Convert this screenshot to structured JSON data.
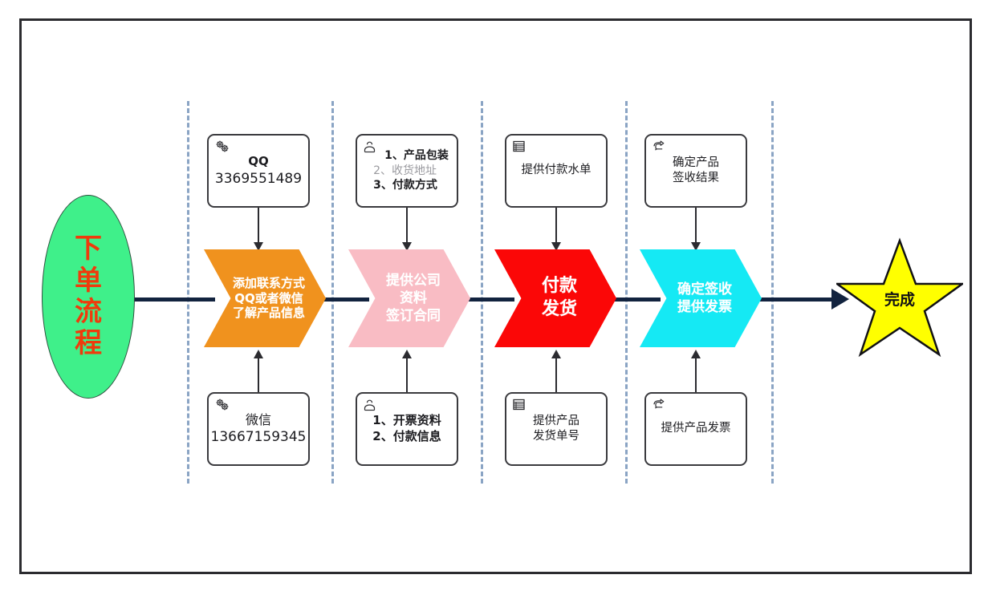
{
  "diagram": {
    "title": "下单流程",
    "start": {
      "label": "下单流程",
      "shape": "ellipse",
      "fill": "#3ff08a",
      "text_color": "#ef3b0c"
    },
    "finish": {
      "label": "完成",
      "shape": "star",
      "fill": "#ffff00",
      "text_color": "#111115"
    },
    "spine_color": "#12233f",
    "lane_separator_color": "#8aa4c4",
    "stages": [
      {
        "id": "stage-1",
        "fill": "#f0921e",
        "lines": [
          "添加联系方式",
          "QQ或者微信",
          "了解产品信息"
        ],
        "top_box": {
          "icon": "gears-icon",
          "lines": [
            {
              "text": "QQ",
              "style": "bold"
            },
            {
              "text": "3369551489",
              "style": "normal"
            }
          ]
        },
        "bottom_box": {
          "icon": "gears-icon",
          "lines": [
            {
              "text": "微信",
              "style": "normal"
            },
            {
              "text": "13667159345",
              "style": "normal"
            }
          ]
        }
      },
      {
        "id": "stage-2",
        "fill": "#f9bcc4",
        "lines": [
          "提供公司",
          "资料",
          "签订合同"
        ],
        "top_box": {
          "icon": "person-bust-icon",
          "lines": [
            {
              "text": "1、产品包装",
              "style": "bold"
            },
            {
              "text": "2、收货地址",
              "style": "muted"
            },
            {
              "text": "3、付款方式",
              "style": "bold"
            }
          ]
        },
        "bottom_box": {
          "icon": "person-bust-icon",
          "lines": [
            {
              "text": "1、开票资料",
              "style": "bold"
            },
            {
              "text": "2、付款信息",
              "style": "bold"
            }
          ]
        }
      },
      {
        "id": "stage-3",
        "fill": "#fb0707",
        "lines": [
          "付款",
          "发货"
        ],
        "top_box": {
          "icon": "document-list-icon",
          "lines": [
            {
              "text": "提供付款水单",
              "style": "normal"
            }
          ]
        },
        "bottom_box": {
          "icon": "document-list-icon",
          "lines": [
            {
              "text": "提供产品",
              "style": "normal"
            },
            {
              "text": "发货单号",
              "style": "normal"
            }
          ]
        }
      },
      {
        "id": "stage-4",
        "fill": "#15e9f4",
        "lines": [
          "确定签收",
          "提供发票"
        ],
        "top_box": {
          "icon": "pointing-hand-icon",
          "lines": [
            {
              "text": "确定产品",
              "style": "normal"
            },
            {
              "text": "签收结果",
              "style": "normal"
            }
          ]
        },
        "bottom_box": {
          "icon": "pointing-hand-icon",
          "lines": [
            {
              "text": "提供产品发票",
              "style": "normal"
            }
          ]
        }
      }
    ]
  }
}
